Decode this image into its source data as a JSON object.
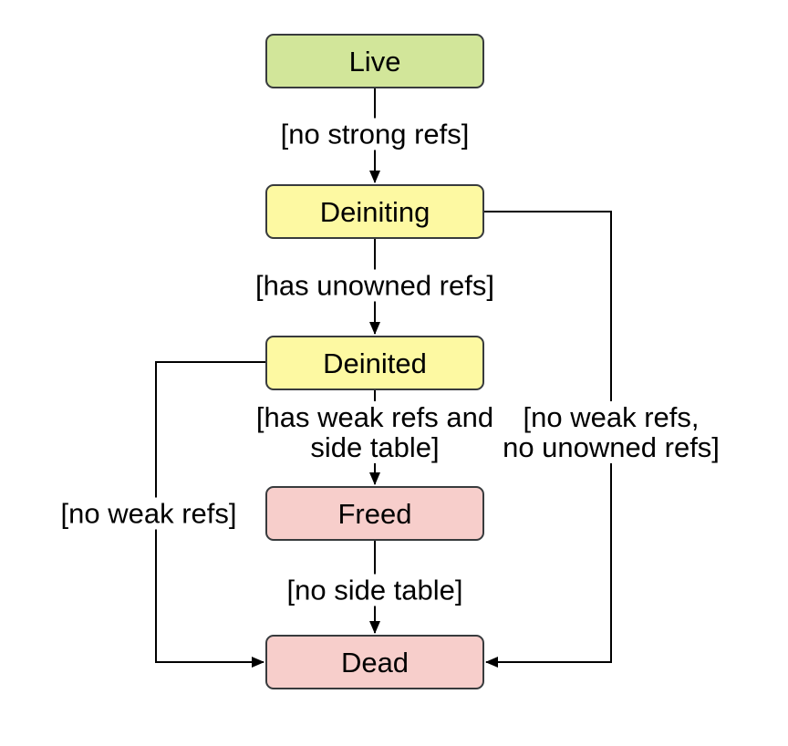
{
  "nodes": {
    "live": {
      "label": "Live",
      "fill": "#d2e69a"
    },
    "deiniting": {
      "label": "Deiniting",
      "fill": "#fdf9a2"
    },
    "deinited": {
      "label": "Deinited",
      "fill": "#fdf9a2"
    },
    "freed": {
      "label": "Freed",
      "fill": "#f7cecb"
    },
    "dead": {
      "label": "Dead",
      "fill": "#f7cecb"
    }
  },
  "edges": {
    "live_to_deiniting": {
      "label": "[no strong refs]"
    },
    "deiniting_to_deinited": {
      "label": "[has unowned refs]"
    },
    "deinited_to_freed": {
      "lines": [
        "[has weak refs and",
        "side table]"
      ]
    },
    "freed_to_dead": {
      "label": "[no side table]"
    },
    "deinited_to_dead": {
      "label": "[no weak refs]"
    },
    "deiniting_to_dead": {
      "lines": [
        "[no weak refs,",
        "no unowned refs]"
      ]
    }
  },
  "colors": {
    "background": "#ffffff",
    "node_border": "#383b3d",
    "edge_stroke": "#000000",
    "text": "#000000",
    "node_fill_green": "#d2e69a",
    "node_fill_yellow": "#fdf9a2",
    "node_fill_pink": "#f7cecb"
  }
}
